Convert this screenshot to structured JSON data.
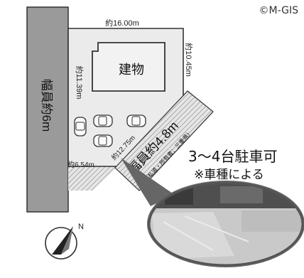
{
  "copyright": "©M-GIS",
  "west_road": {
    "label": "幅員約6m"
  },
  "southeast_road": {
    "label": "幅員約4.8m",
    "note": "（※私道・所有者：三重県）"
  },
  "building": {
    "label": "建物"
  },
  "dimensions": {
    "top": "約16.00m",
    "right": "約10.45m",
    "left": "約11.39m",
    "diagonal": "約12.75m",
    "bottom": "約6.54m"
  },
  "parking": {
    "title": "3〜4台駐車可",
    "note": "※車種による"
  },
  "colors": {
    "road": "#9a9a9a",
    "lot": "#e9e9e9",
    "hatch": "#b8b8b8",
    "photo_bg": "#777777"
  },
  "icons": {
    "compass": "north-arrow-icon",
    "car": "car-icon"
  }
}
